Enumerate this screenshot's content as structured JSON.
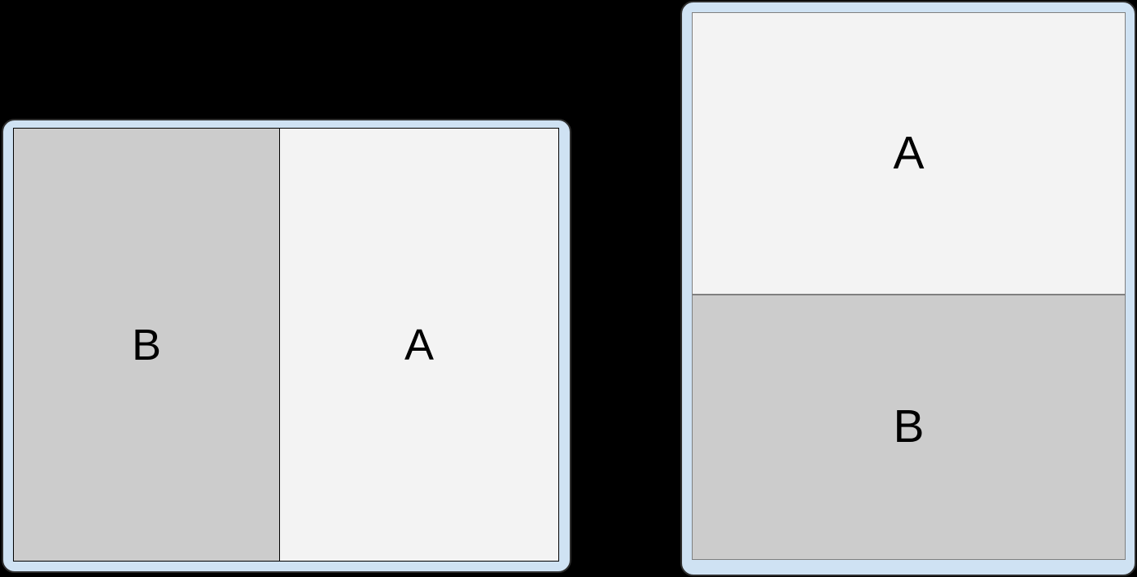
{
  "scene": {
    "background_color": "#000000",
    "frame_fill_color": "#cfe2f3",
    "frame_outline_color": "#2f2f2f"
  },
  "diagrams": [
    {
      "id": "horizontal-split",
      "orientation": "horizontal",
      "pane_border_color": "#000000",
      "panes": [
        {
          "label": "B",
          "fill_color": "#cccccc"
        },
        {
          "label": "A",
          "fill_color": "#f3f3f3"
        }
      ]
    },
    {
      "id": "vertical-split",
      "orientation": "vertical",
      "pane_border_color": "#7f7f7f",
      "panes": [
        {
          "label": "A",
          "fill_color": "#f3f3f3"
        },
        {
          "label": "B",
          "fill_color": "#cccccc"
        }
      ]
    }
  ]
}
